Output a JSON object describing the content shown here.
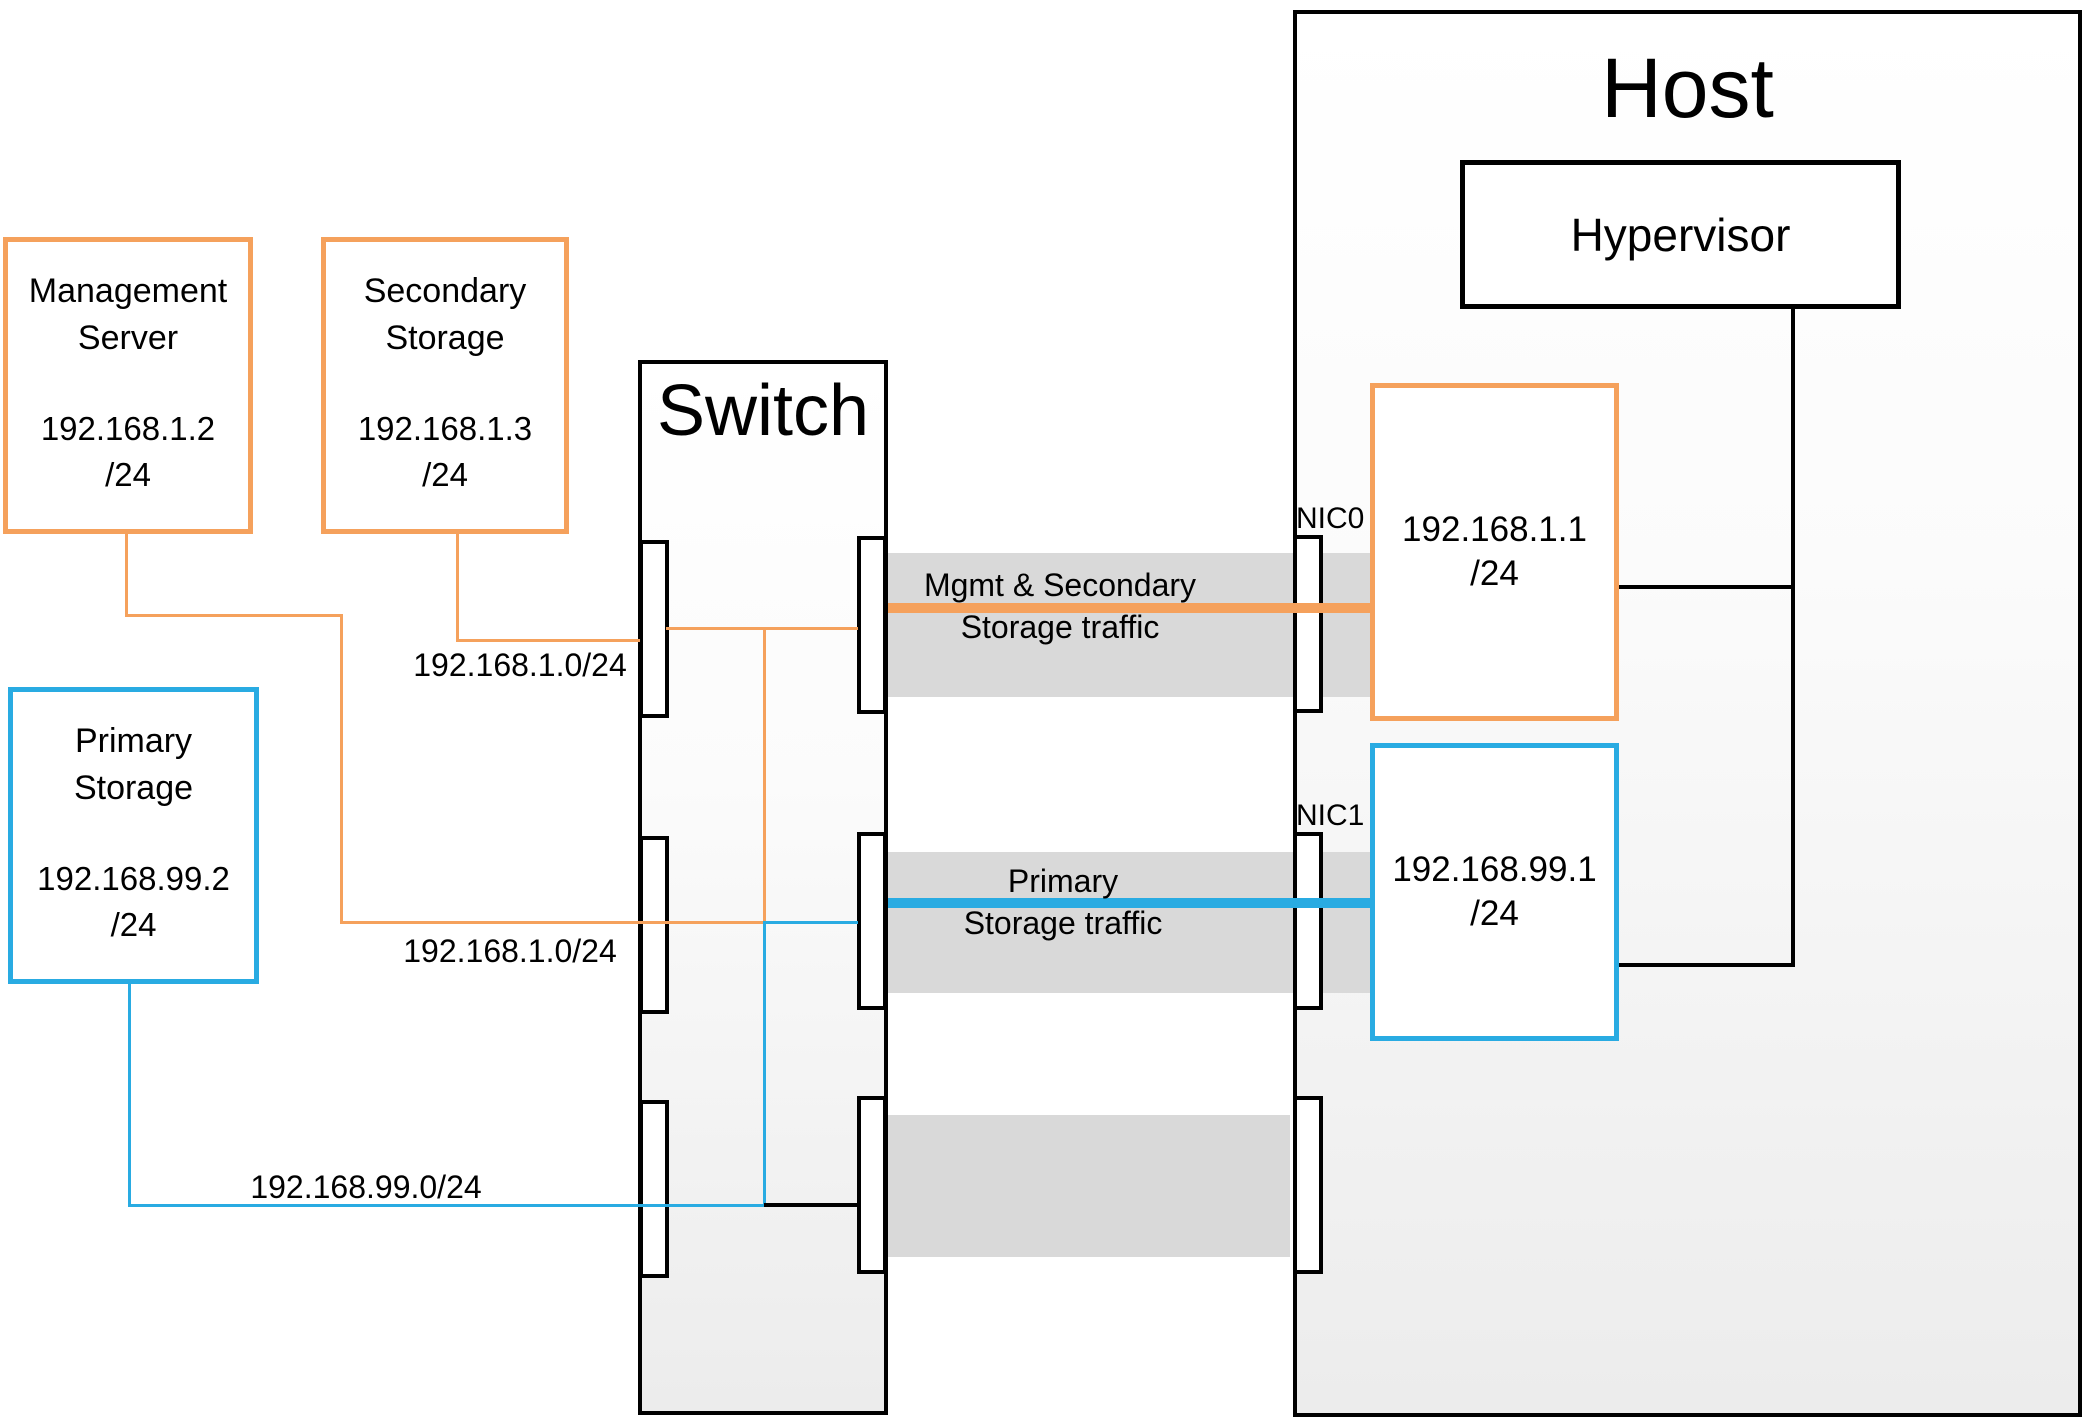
{
  "colors": {
    "orange": "#F5A15C",
    "blue": "#29ABE2",
    "band": "#D9D9D9",
    "line_black": "#000000"
  },
  "management_server": {
    "name_line1": "Management",
    "name_line2": "Server",
    "ip": "192.168.1.2",
    "mask": "/24"
  },
  "secondary_storage": {
    "name_line1": "Secondary",
    "name_line2": "Storage",
    "ip": "192.168.1.3",
    "mask": "/24"
  },
  "primary_storage": {
    "name_line1": "Primary",
    "name_line2": "Storage",
    "ip": "192.168.99.2",
    "mask": "/24"
  },
  "switch": {
    "label": "Switch"
  },
  "host": {
    "label": "Host",
    "hypervisor_label": "Hypervisor",
    "nic0": {
      "label": "NIC0",
      "ip": "192.168.1.1",
      "mask": "/24"
    },
    "nic1": {
      "label": "NIC1",
      "ip": "192.168.99.1",
      "mask": "/24"
    }
  },
  "subnet_labels": {
    "mgmt_secondary_top": "192.168.1.0/24",
    "mgmt_secondary_bottom": "192.168.1.0/24",
    "primary": "192.168.99.0/24"
  },
  "traffic_labels": {
    "nic0": {
      "line1": "Mgmt & Secondary",
      "line2": "Storage traffic"
    },
    "nic1": {
      "line1": "Primary",
      "line2": "Storage traffic"
    }
  }
}
